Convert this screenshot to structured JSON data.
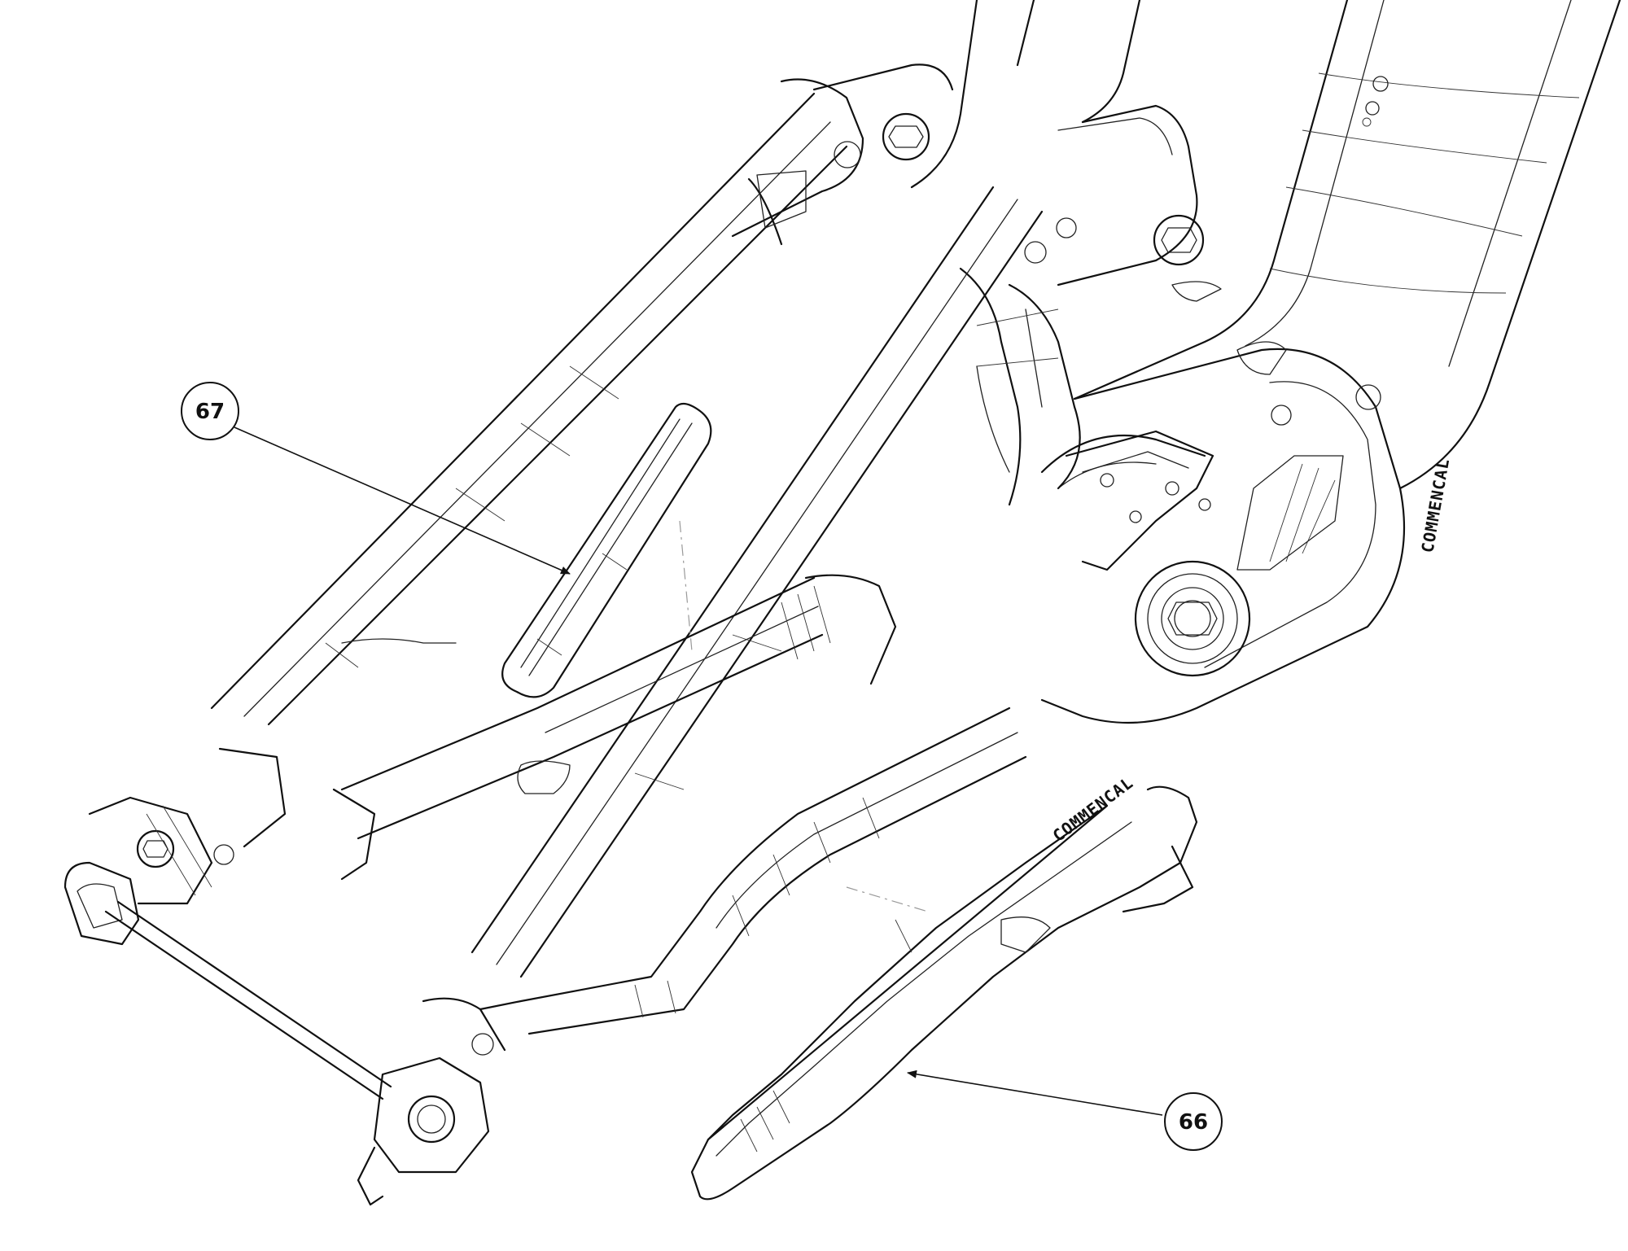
{
  "callouts": [
    {
      "id": "67",
      "label": "67"
    },
    {
      "id": "66",
      "label": "66"
    }
  ],
  "frame_brand_text": "COMMENCAL",
  "guard_brand_text": "COMMENCAL"
}
